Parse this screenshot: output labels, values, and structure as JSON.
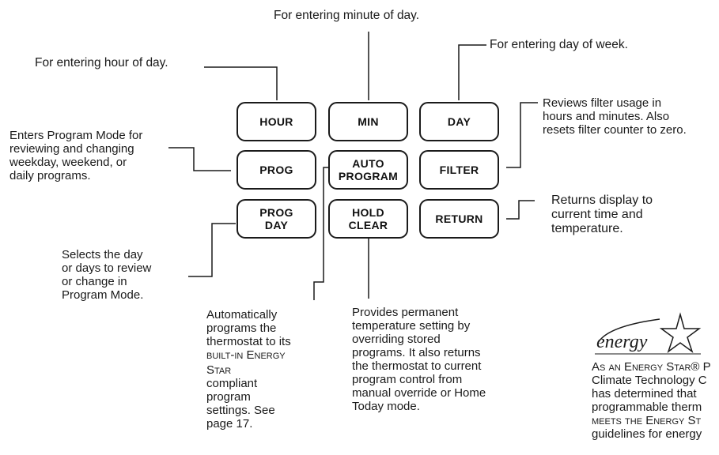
{
  "buttons": {
    "hour": [
      "HOUR"
    ],
    "min": [
      "MIN"
    ],
    "day": [
      "DAY"
    ],
    "prog": [
      "PROG"
    ],
    "auto_program": [
      "AUTO",
      "PROGRAM"
    ],
    "filter": [
      "FILTER"
    ],
    "prog_day": [
      "PROG",
      "DAY"
    ],
    "hold_clear": [
      "HOLD",
      "CLEAR"
    ],
    "return": [
      "RETURN"
    ]
  },
  "callouts": {
    "minute": [
      "For entering minute of day."
    ],
    "day_of_week": [
      "For entering day of week."
    ],
    "hour": [
      "For entering hour of day."
    ],
    "filter": [
      "Reviews filter usage in",
      "hours and minutes. Also",
      "resets filter counter to zero."
    ],
    "prog": [
      "Enters Program Mode for",
      "reviewing and changing",
      "weekday, weekend, or",
      "daily programs."
    ],
    "return": [
      "Returns display to",
      "current time and",
      "temperature."
    ],
    "prog_day": [
      "Selects the day",
      "or days to review",
      "or change in",
      "Program Mode."
    ],
    "auto_program": [
      "Automatically",
      "programs the",
      "thermostat to its",
      "built-in Energy",
      "Star",
      "compliant",
      "program",
      "settings. See",
      "page 17."
    ],
    "hold_clear": [
      "Provides permanent",
      "temperature setting by",
      "overriding stored",
      "programs. It also returns",
      "the thermostat to current",
      "program control from",
      "manual override or Home",
      "Today mode."
    ]
  },
  "energy_star": {
    "logo_text": "energy",
    "text": [
      "As an Energy Star® P",
      "Climate Technology C",
      "has determined that",
      "programmable therm",
      "meets the Energy St",
      "guidelines for energy"
    ]
  }
}
